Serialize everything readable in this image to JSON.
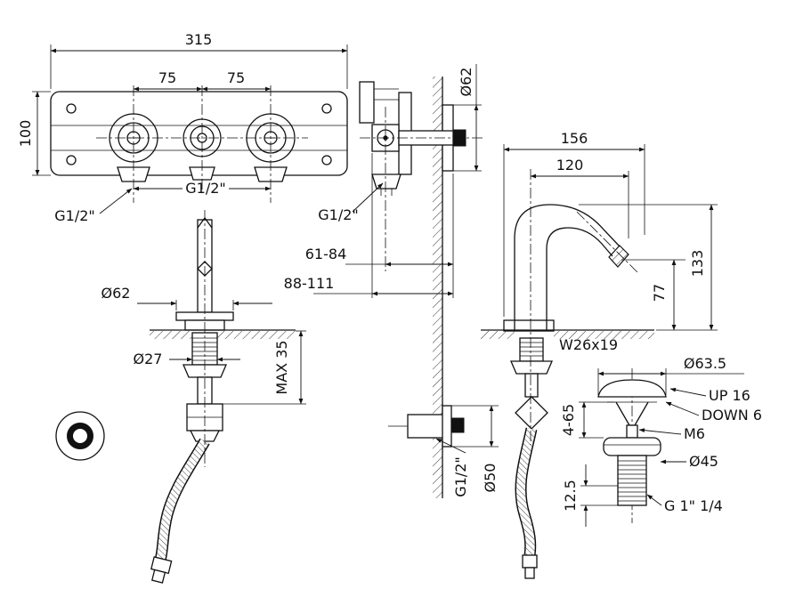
{
  "drawing": {
    "type": "technical-installation-drawing",
    "subject": "wall-mounted bidet mixer with concealed body, spout and pop-up waste",
    "labels": {
      "d315": "315",
      "d75a": "75",
      "d75b": "75",
      "d100": "100",
      "dia62_side": "Ø62",
      "g12_front_mid": "G1/2\"",
      "g12_front_left": "G1/2\"",
      "g12_side": "G1/2\"",
      "d61_84": "61-84",
      "d88_111": "88-111",
      "dia62_trim": "Ø62",
      "dia27": "Ø27",
      "max35": "MAX 35",
      "d156": "156",
      "d120": "120",
      "d133": "133",
      "d77": "77",
      "w26x19": "W26x19",
      "dia63_5": "Ø63.5",
      "up16": "UP 16",
      "down6": "DOWN 6",
      "m6": "M6",
      "dia45": "Ø45",
      "d4_65": "4-65",
      "g12_wall": "G1/2\"",
      "dia50": "Ø50",
      "d12_5": "12.5",
      "g1_14": "G 1\" 1/4"
    }
  }
}
